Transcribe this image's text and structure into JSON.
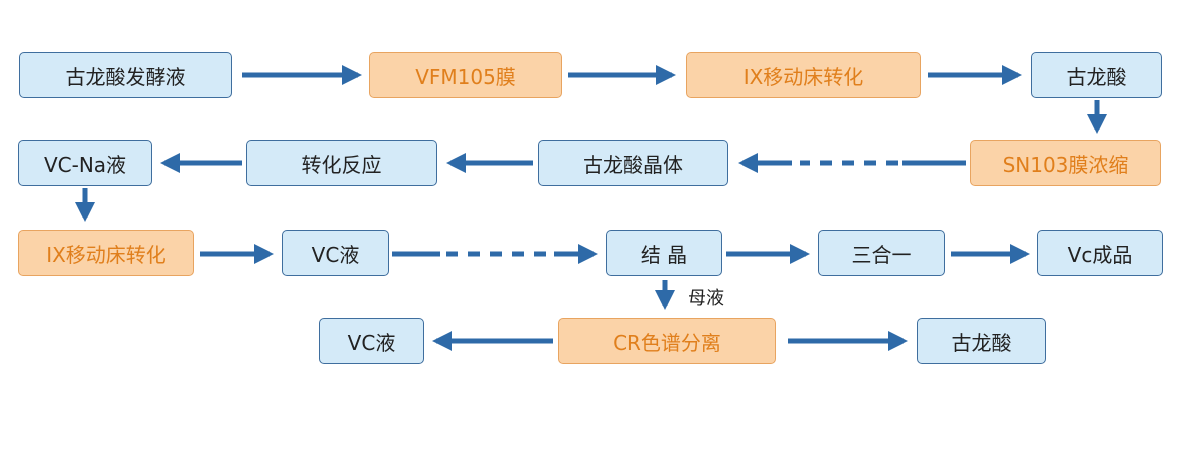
{
  "colors": {
    "arrow": "#2e6aa8",
    "blue_fill": "#d4eaf8",
    "orange_fill": "#fbd3a8",
    "orange_text": "#e07f1c"
  },
  "nodes": {
    "n1": "古龙酸发酵液",
    "n2": "VFM105膜",
    "n3": "IX移动床转化",
    "n4": "古龙酸",
    "n5": "SN103膜浓缩",
    "n6": "古龙酸晶体",
    "n7": "转化反应",
    "n8": "VC-Na液",
    "n9": "IX移动床转化",
    "n10": "VC液",
    "n11": "结  晶",
    "n12": "三合一",
    "n13": "Vc成品",
    "n14": "CR色谱分离",
    "n15": "VC液",
    "n16": "古龙酸"
  },
  "edge_labels": {
    "mother_liquor": "母液"
  }
}
